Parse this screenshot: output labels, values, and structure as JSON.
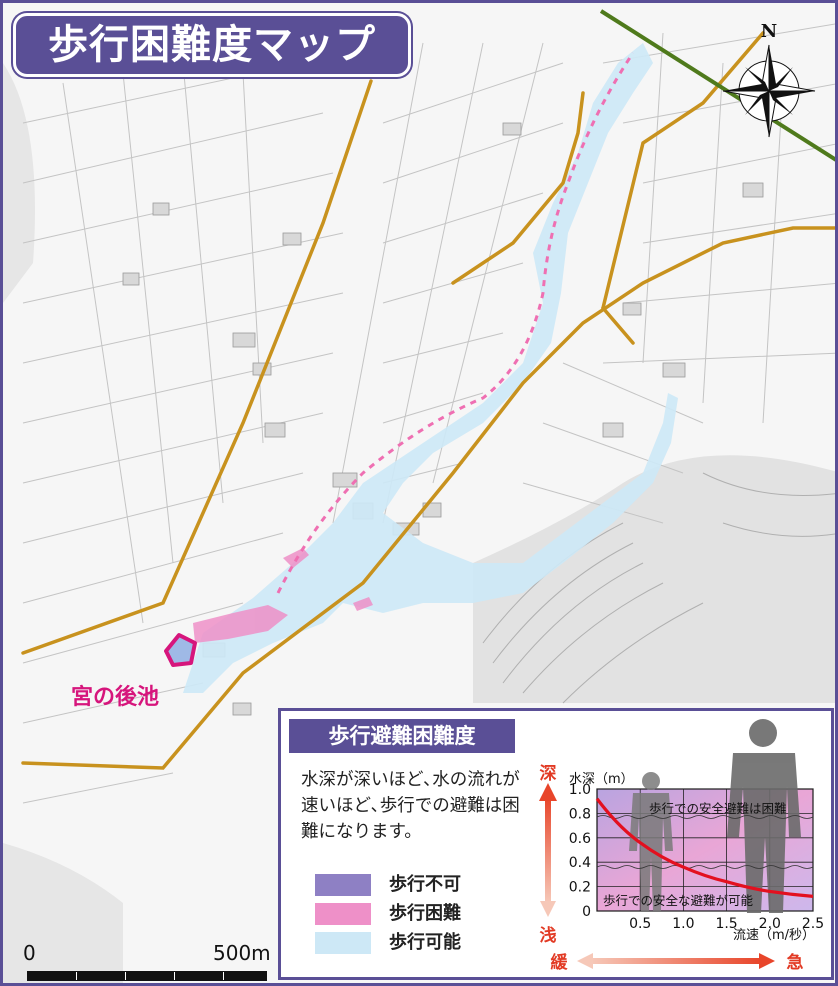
{
  "title": "歩行困難度マップ",
  "compass": {
    "north_label": "N"
  },
  "pond_label": "宮の後池",
  "scale": {
    "zero": "0",
    "end": "500m"
  },
  "legend": {
    "heading": "歩行避難困難度",
    "description": "水深が深いほど､水の流れが速いほど､歩行での避難は困難になります。",
    "items": [
      {
        "label": "歩行不可",
        "color": "#8e80c4"
      },
      {
        "label": "歩行困難",
        "color": "#ee90c8"
      },
      {
        "label": "歩行可能",
        "color": "#cde8f6"
      }
    ]
  },
  "colors": {
    "frame": "#5a4f96",
    "road": "#c8921e",
    "railway": "#4f7a1c",
    "pond": "#d6157c",
    "river": "#9ccfea"
  },
  "chart_data": {
    "type": "line",
    "ylabel": "水深（m）",
    "xlabel": "流速（m/秒）",
    "ylim": [
      0,
      1.0
    ],
    "xlim": [
      0,
      2.5
    ],
    "y_ticks": [
      "0",
      "0.2",
      "0.4",
      "0.6",
      "0.8",
      "1.0"
    ],
    "x_ticks": [
      "0.5",
      "1.0",
      "1.5",
      "2.0",
      "2.5"
    ],
    "series": [
      {
        "x": [
          0,
          0.5,
          1.0,
          1.5,
          2.0,
          2.5
        ],
        "y": [
          0.92,
          0.56,
          0.36,
          0.24,
          0.16,
          0.12
        ]
      }
    ],
    "annotations": {
      "upper": "歩行での安全避難は困難",
      "lower": "歩行での安全な避難が可能"
    },
    "depth_arrow": {
      "top": "深",
      "bottom": "浅"
    },
    "speed_arrow": {
      "left": "緩",
      "right": "急"
    }
  }
}
